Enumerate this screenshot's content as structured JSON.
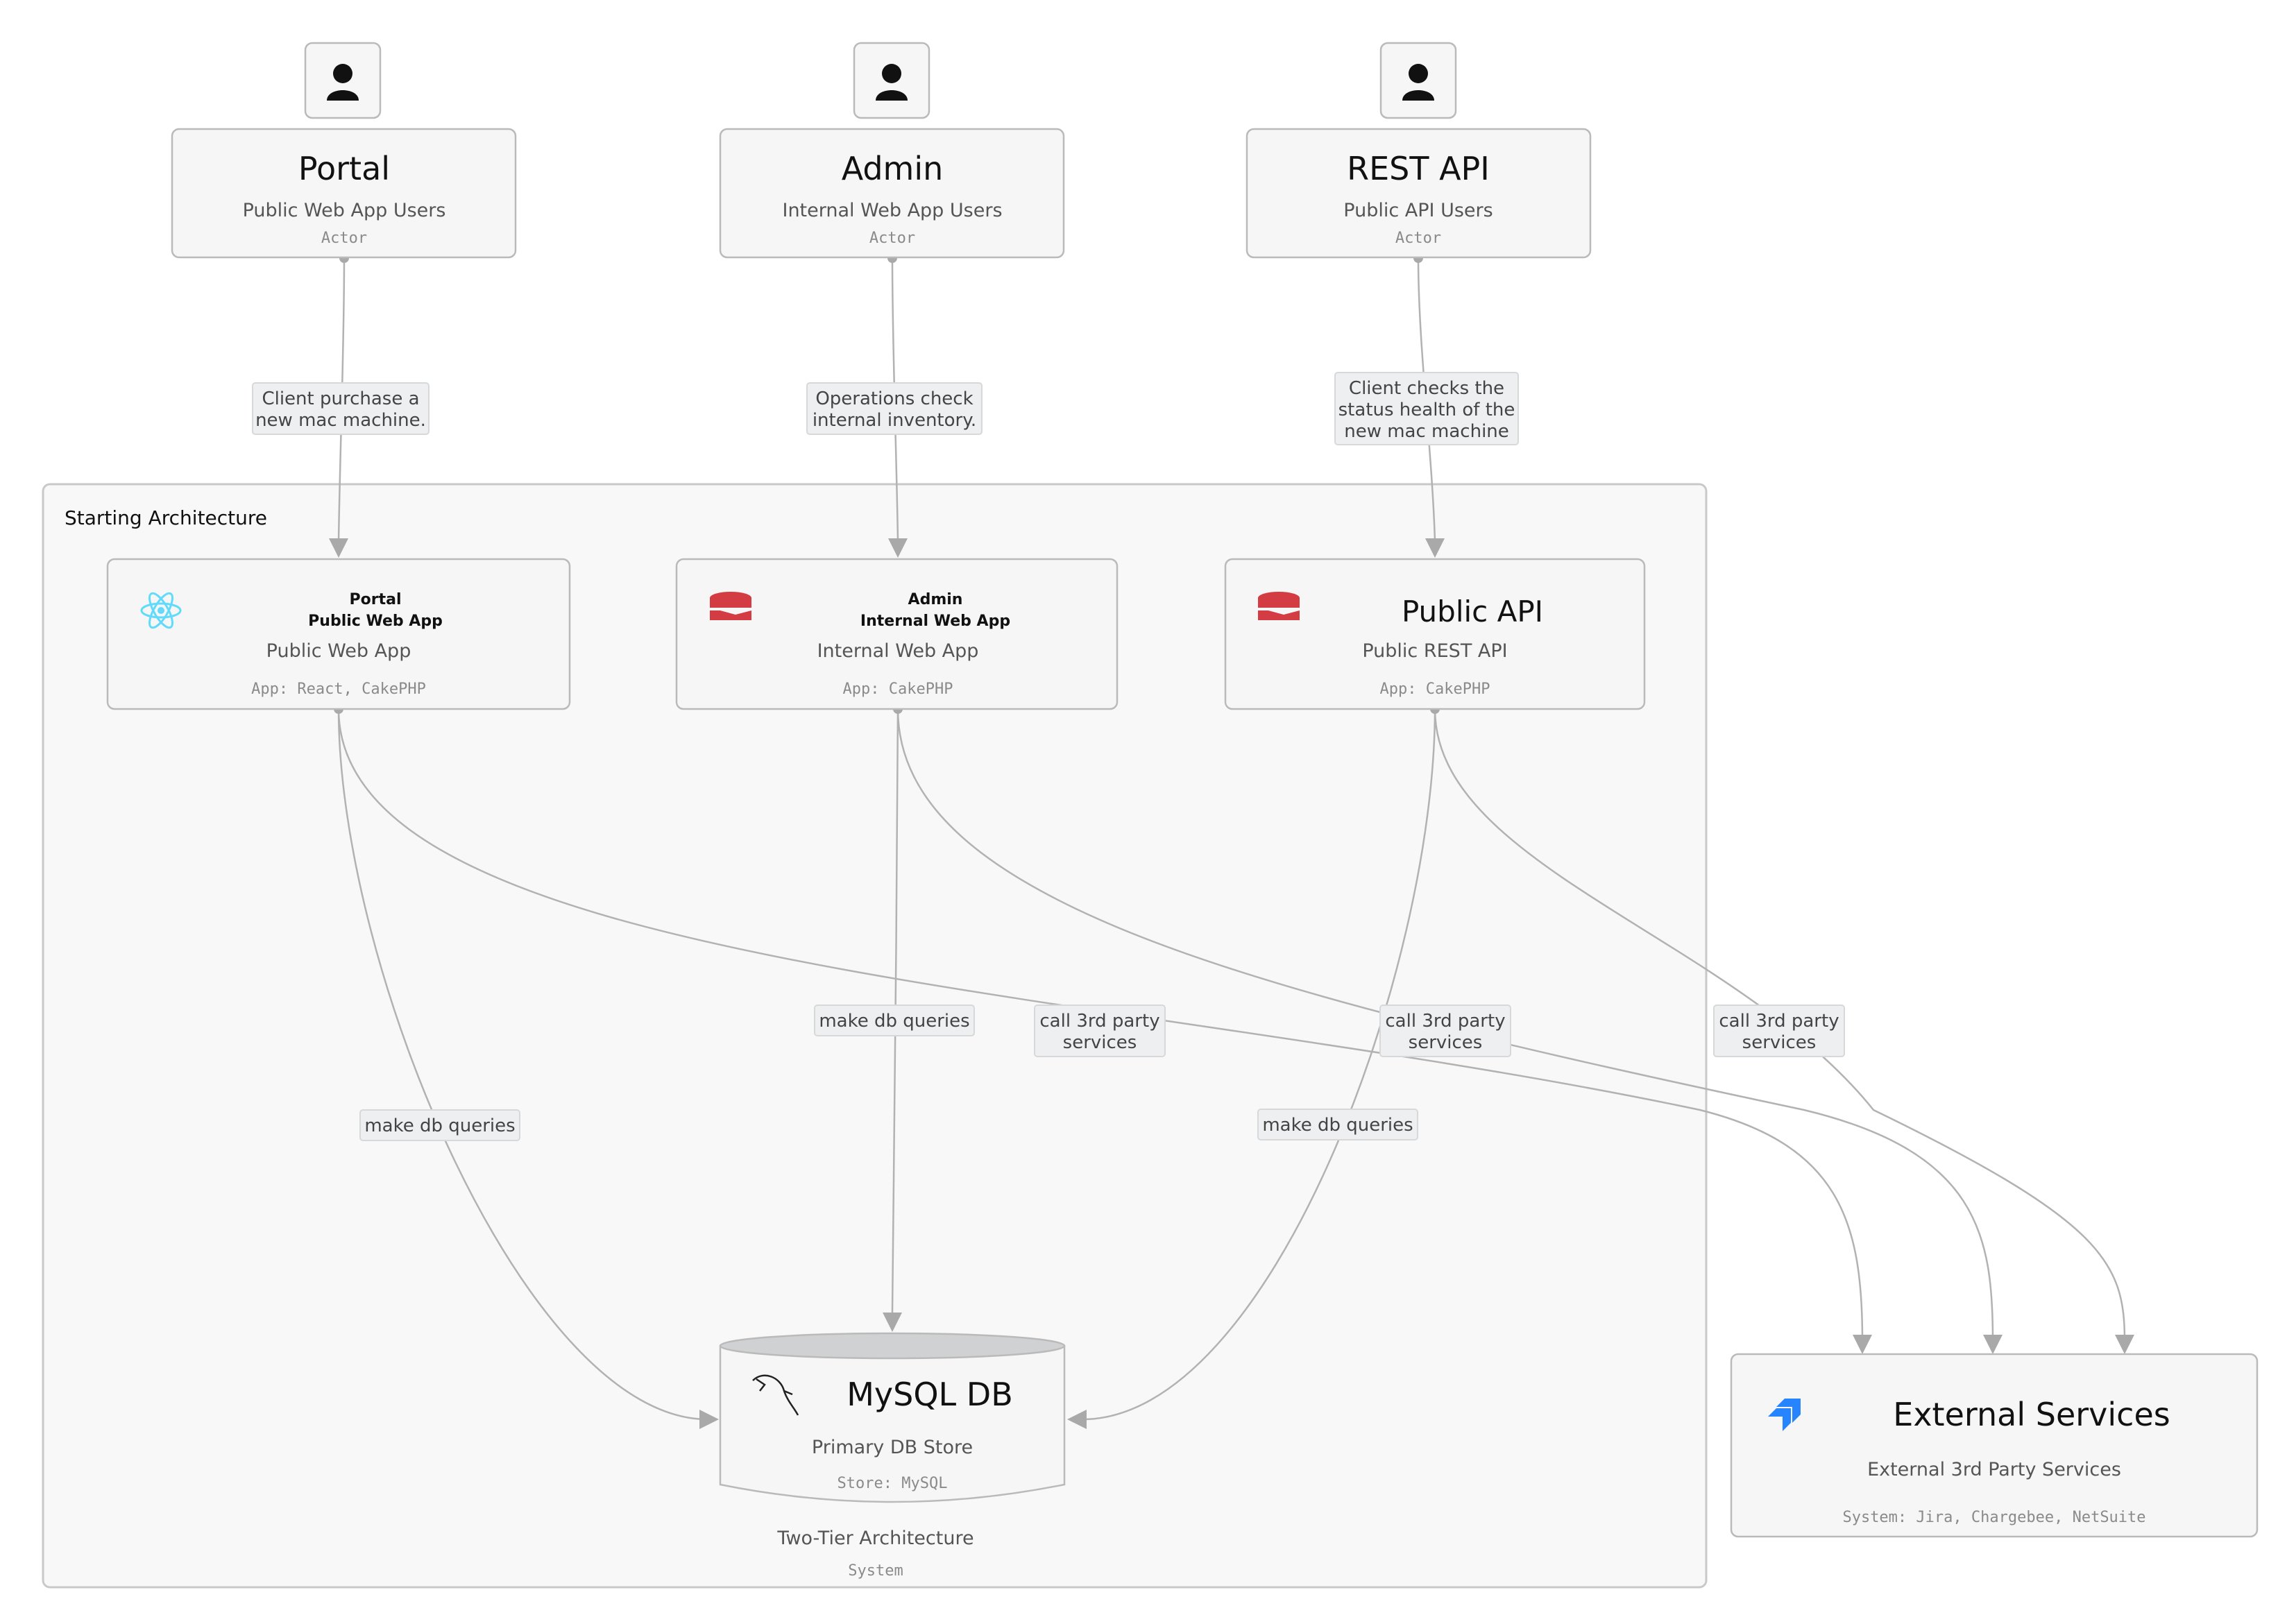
{
  "group": {
    "title": "Starting Architecture",
    "footer_label": "Two-Tier Architecture",
    "footer_type": "System"
  },
  "actors": [
    {
      "id": "portal",
      "title": "Portal",
      "subtitle": "Public Web App Users",
      "type": "Actor",
      "icon": "person-icon"
    },
    {
      "id": "admin",
      "title": "Admin",
      "subtitle": "Internal Web App Users",
      "type": "Actor",
      "icon": "person-icon"
    },
    {
      "id": "restapi",
      "title": "REST API",
      "subtitle": "Public API Users",
      "type": "Actor",
      "icon": "person-icon"
    }
  ],
  "apps": [
    {
      "id": "portal-app",
      "name_line1": "Portal",
      "name_line2": "Public Web App",
      "subtitle": "Public Web App",
      "type": "App: React, CakePHP",
      "icon": "react-icon",
      "icon_color": "#61dafb"
    },
    {
      "id": "admin-app",
      "name_line1": "Admin",
      "name_line2": "Internal Web App",
      "subtitle": "Internal Web App",
      "type": "App: CakePHP",
      "icon": "cakephp-icon",
      "icon_color": "#d33c43"
    },
    {
      "id": "public-api",
      "title": "Public API",
      "subtitle": "Public REST API",
      "type": "App: CakePHP",
      "icon": "cakephp-icon",
      "icon_color": "#d33c43"
    }
  ],
  "database": {
    "title": "MySQL DB",
    "subtitle": "Primary DB Store",
    "type": "Store: MySQL",
    "icon": "mysql-dolphin-icon"
  },
  "external": {
    "title": "External Services",
    "subtitle": "External 3rd Party Services",
    "type": "System: Jira, Chargebee, NetSuite",
    "icon": "jira-icon",
    "icon_color": "#2684ff"
  },
  "edges": {
    "portal_to_app": [
      "Client purchase a",
      "new mac machine."
    ],
    "admin_to_app": [
      "Operations check",
      "internal inventory."
    ],
    "rest_to_api": [
      "Client checks the",
      "status health of the",
      "new mac machine"
    ],
    "db_query": "make db queries",
    "third_party": [
      "call 3rd party",
      "services"
    ]
  }
}
